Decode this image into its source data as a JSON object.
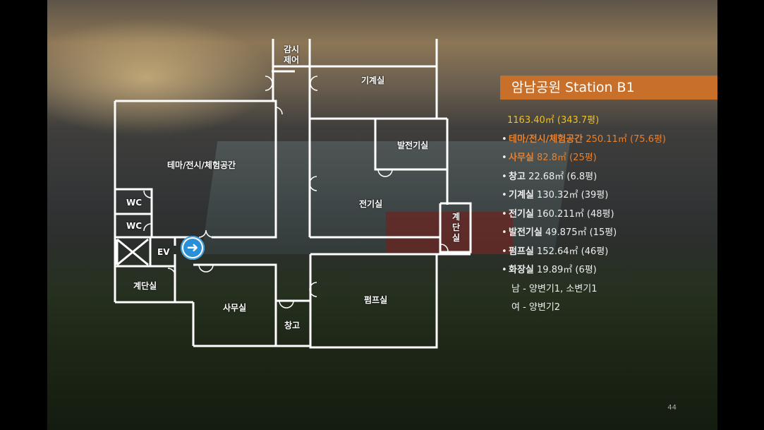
{
  "slide": {
    "title": "암남공원 Station B1",
    "total": "1163.40㎡ (343.7평)",
    "items": [
      {
        "name": "테마/전시/체험공간",
        "value": "250.11㎡ (75.6평)",
        "highlight": true
      },
      {
        "name": "사무실",
        "value": "82.8㎡ (25평)",
        "highlight": true
      },
      {
        "name": "창고",
        "value": "22.68㎡ (6.8평)",
        "highlight": false
      },
      {
        "name": "기계실",
        "value": "130.32㎡ (39평)",
        "highlight": false
      },
      {
        "name": "전기실",
        "value": "160.211㎡ (48평)",
        "highlight": false
      },
      {
        "name": "발전기실",
        "value": "49.875㎡ (15평)",
        "highlight": false
      },
      {
        "name": "펌프실",
        "value": "152.64㎡ (46평)",
        "highlight": false
      },
      {
        "name": "화장실",
        "value": "19.89㎡ (6평)",
        "highlight": false
      }
    ],
    "toilet_notes": [
      "남 - 양변기1, 소변기1",
      "여 - 양변기2"
    ],
    "page_number": "44"
  },
  "plan": {
    "rooms": {
      "monitor_1": "감시",
      "monitor_2": "제어",
      "machine": "기계실",
      "theme": "테마/전시/체험공간",
      "generator": "발전기실",
      "electric": "전기실",
      "stairs_right_1": "계",
      "stairs_right_2": "단",
      "stairs_right_3": "실",
      "wc1": "WC",
      "wc2": "WC",
      "ev": "EV",
      "stairs_left": "계단실",
      "office": "사무실",
      "storage": "창고",
      "pump": "펌프실"
    },
    "entrance_icon": "arrow-right-icon"
  },
  "colors": {
    "accent": "#c8702a",
    "highlight": "#e8802c",
    "total": "#f0c020"
  }
}
